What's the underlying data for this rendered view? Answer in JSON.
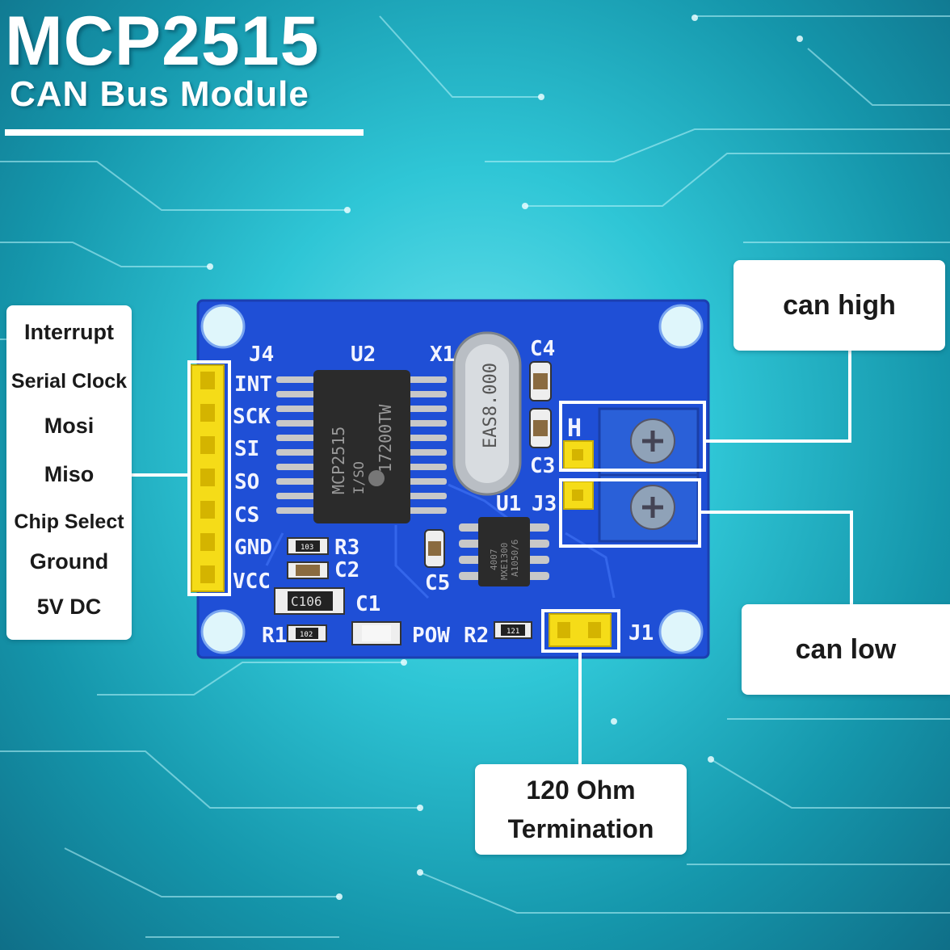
{
  "heading": {
    "title": "MCP2515",
    "subtitle": "CAN Bus Module"
  },
  "pin_labels": [
    "Interrupt",
    "Serial Clock",
    "Mosi",
    "Miso",
    "Chip Select",
    "Ground",
    "5V DC"
  ],
  "callouts": {
    "can_high": "can high",
    "can_low": "can low",
    "termination_line1": "120 Ohm",
    "termination_line2": "Termination"
  },
  "board": {
    "header_label": "J4",
    "header_pins": [
      "INT",
      "SCK",
      "SI",
      "SO",
      "CS",
      "GND",
      "VCC"
    ],
    "chip_ref": "U2",
    "chip_marking": [
      "MCP2515",
      "I/SO",
      "17200TW"
    ],
    "crystal_ref": "X1",
    "crystal_marking": "EAS8.000",
    "transceiver_ref": "U1",
    "transceiver_marking": [
      "A1050/6",
      "MXE1300",
      "4007"
    ],
    "terminal_ref": "J3",
    "terminal_h": "H",
    "capacitor_refs": [
      "C4",
      "C3",
      "C5",
      "C2",
      "C1"
    ],
    "resistor_refs": [
      "R3",
      "R1",
      "R2"
    ],
    "led_label": "POW",
    "jumper_ref": "J1",
    "cap_marking": "C106",
    "small_markings": [
      "103",
      "102",
      "121"
    ]
  },
  "colors": {
    "pcb": "#1f4fd6",
    "header": "#f5dc18",
    "terminal": "#2a60d8",
    "chip": "#2b2b2b"
  }
}
